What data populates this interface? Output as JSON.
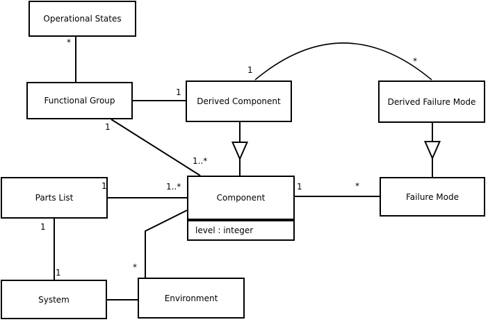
{
  "background": "#ffffff",
  "colors": {
    "line": "#000000",
    "box_border": "#000000",
    "box_fill": "#ffffff",
    "text": "#000000"
  },
  "classes": {
    "operational_states": {
      "name": "Operational States"
    },
    "functional_group": {
      "name": "Functional Group"
    },
    "derived_component": {
      "name": "Derived Component"
    },
    "derived_failure_mode": {
      "name": "Derived Failure Mode"
    },
    "parts_list": {
      "name": "Parts List"
    },
    "component": {
      "name": "Component",
      "attribute": "level : integer"
    },
    "failure_mode": {
      "name": "Failure Mode"
    },
    "system": {
      "name": "System"
    },
    "environment": {
      "name": "Environment"
    }
  },
  "relations": {
    "os_fg": {
      "from": "Functional Group",
      "to": "Operational States",
      "type": "association",
      "os_mult": "*"
    },
    "fg_dc": {
      "from": "Functional Group",
      "to": "Derived Component",
      "type": "association",
      "dc_mult": "1"
    },
    "fg_comp": {
      "from": "Functional Group",
      "to": "Component",
      "type": "association",
      "fg_mult": "1",
      "comp_mult": "1..*"
    },
    "dc_dfm": {
      "from": "Derived Component",
      "to": "Derived Failure Mode",
      "type": "association",
      "dc_mult": "1",
      "dfm_mult": "*"
    },
    "pl_comp": {
      "from": "Parts List",
      "to": "Component",
      "type": "association",
      "pl_mult": "1",
      "comp_mult": "1..*"
    },
    "comp_fm": {
      "from": "Component",
      "to": "Failure Mode",
      "type": "association",
      "comp_mult": "1",
      "fm_mult": "*"
    },
    "pl_sys": {
      "from": "Parts List",
      "to": "System",
      "type": "association",
      "pl_mult": "1",
      "sys_mult": "1"
    },
    "sys_env": {
      "from": "System",
      "to": "Environment",
      "type": "association"
    },
    "comp_env": {
      "from": "Component",
      "to": "Environment",
      "type": "association",
      "env_mult": "*"
    },
    "dc_comp_gen": {
      "from": "Derived Component",
      "to": "Component",
      "type": "generalization"
    },
    "dfm_fm_gen": {
      "from": "Derived Failure Mode",
      "to": "Failure Mode",
      "type": "generalization"
    }
  }
}
